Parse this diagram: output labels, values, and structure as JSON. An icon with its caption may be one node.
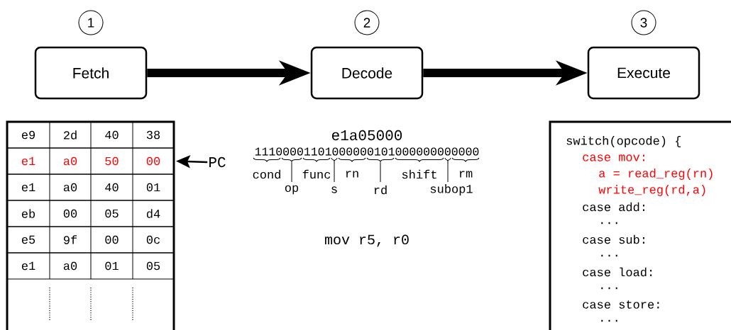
{
  "diagram": {
    "nodes": [
      {
        "text": [
          "1"
        ]
      },
      {
        "text": [
          "2"
        ]
      },
      {
        "text": [
          "3"
        ]
      },
      {
        "text": [
          "Fetch"
        ]
      },
      {
        "text": [
          "Decode"
        ]
      },
      {
        "text": [
          "Execute"
        ]
      },
      {
        "text": [
          "e9",
          "2d",
          "40",
          "38"
        ]
      },
      {
        "text": [
          "e1",
          "a0",
          "50",
          "00"
        ]
      },
      {
        "text": [
          "e1",
          "a0",
          "40",
          "01"
        ]
      },
      {
        "text": [
          "eb",
          "00",
          "05",
          "d4"
        ]
      },
      {
        "text": [
          "e5",
          "9f",
          "00",
          "0c"
        ]
      },
      {
        "text": [
          "e1",
          "a0",
          "01",
          "05"
        ]
      },
      {
        "text": [
          "PC"
        ]
      },
      {
        "text": [
          "switch(opcode) {",
          "case mov:",
          "a = read_reg(rn)",
          "write_reg(rd,a)",
          "case add:",
          "...",
          "case sub:",
          "...",
          "case load:",
          "...",
          "case store:",
          "..."
        ]
      }
    ],
    "edges": [
      {
        "from": 3,
        "to": 4,
        "arrow": "to"
      },
      {
        "from": 4,
        "to": 5,
        "arrow": "to"
      },
      {
        "from": 12,
        "to": 7,
        "arrow": "to"
      }
    ],
    "labels": [
      "e1a05000",
      "11100001101000000101000000000000",
      "cond",
      "func",
      "rn",
      "shift",
      "rm",
      "op",
      "s",
      "rd",
      "subop1",
      "mov r5, r0"
    ]
  }
}
